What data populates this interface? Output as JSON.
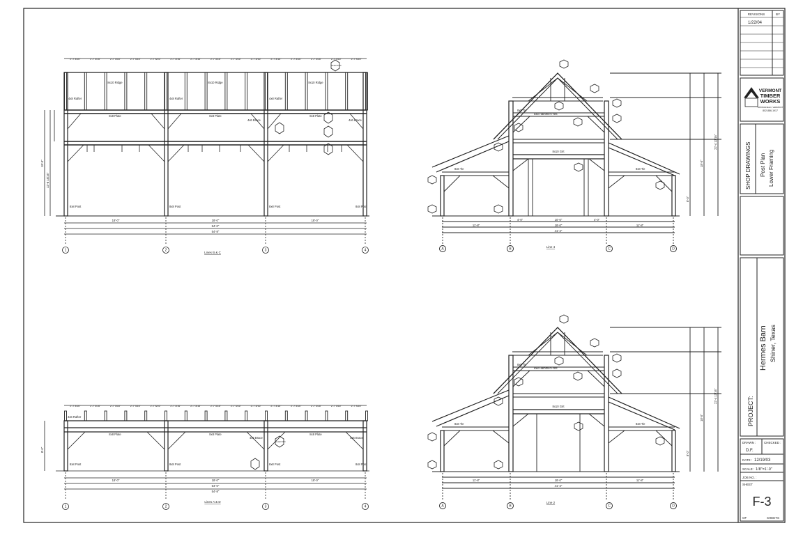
{
  "title_block": {
    "revisions_label": "REVISIONS",
    "by_label": "BY",
    "revision_date": "1/22/04",
    "company_line1": "VERMONT",
    "company_line2": "TIMBER",
    "company_line3": "WORKS",
    "company_small": "SPRINGFIELD, VERMONT",
    "company_phone": "802-886-1917",
    "drawing_type": "SHOP DRAWINGS",
    "drawing_subtitle1": "Post Plan",
    "drawing_subtitle2": "Lower Framing",
    "project_label": "PROJECT:",
    "project_name": "Hermes Barn",
    "project_location": "Shiner, Texas",
    "drawn_label": "DRAWN :",
    "drawn_value": "D.F.",
    "checked_label": "CHECKED :",
    "date_label": "DATE :",
    "date_value": "12/19/03",
    "scale_label": "SCALE :",
    "scale_value": "1/8\"=1'-0\"",
    "job_label": "JOB NO. :",
    "sheet_label": "SHEET",
    "sheet_number": "F-3",
    "of_label": "OF",
    "sheets_label": "SHEETS"
  },
  "views": {
    "lines_bc": {
      "title": "Lines B & C",
      "grid": [
        "1",
        "2",
        "3",
        "4"
      ],
      "bay_dims": [
        "18'-0\"",
        "18'-0\"",
        "18'-0\""
      ],
      "overall_dim": "54'-0\"",
      "overall_dim2": "54'-8\"",
      "ridge": "8x10 Ridge",
      "plate": "8x8 Plate",
      "rafter": "4x8 Rafter",
      "post": "8x8 Post",
      "brace": "4x6 Brace",
      "rafter_top_spacing": "2'-7 3/16\"",
      "height_dim": "18'-0\"",
      "height_sub": "12'-8 15/16\"",
      "detail": "Detail 2/F4"
    },
    "lines_ad": {
      "title": "Lines A & D",
      "grid": [
        "1",
        "2",
        "3",
        "4"
      ],
      "bay_dims": [
        "18'-0\"",
        "18'-0\"",
        "18'-0\""
      ],
      "overall_dim": "54'-0\"",
      "overall_dim2": "54'-8\"",
      "plate": "8x8 Plate",
      "rafter": "4x6 Rafter",
      "post": "8x8 Post",
      "brace": "4x6 Brace",
      "height_dim": "8'-0\"",
      "detail": "Detail 3/F4"
    },
    "line4": {
      "title": "Line 4",
      "grid": [
        "A",
        "B",
        "C",
        "D"
      ],
      "dims": [
        "11'-8\"",
        "18'-0\"",
        "11'-8\""
      ],
      "sub_dims": [
        "4'-0\"",
        "10'-0\"",
        "4'-0\""
      ],
      "overall": "41'-4\"",
      "girt": "8x10 Girt",
      "tie": "8x8 Tie",
      "hammer_post": "8x8 Hammer Post",
      "height": "22'-4 13/16\"",
      "height2": "18'-0\"",
      "height3": "8'-0\""
    },
    "line2": {
      "title": "Line 2",
      "grid": [
        "A",
        "B",
        "C",
        "D"
      ],
      "dims": [
        "11'-8\"",
        "18'-0\"",
        "11'-8\""
      ],
      "overall": "41'-4\"",
      "girt": "8x10 Girt",
      "tie": "8x8 Tie",
      "hammer_post": "8x8 Hammer Post",
      "height": "22'-4 13/16\"",
      "height2": "18'-0\"",
      "height3": "8'-0\""
    }
  }
}
